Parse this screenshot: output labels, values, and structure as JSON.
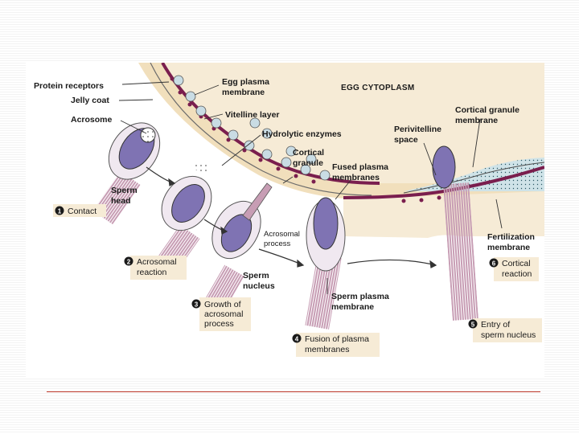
{
  "labels": {
    "protein_receptors": "Protein receptors",
    "jelly_coat": "Jelly coat",
    "acrosome": "Acrosome",
    "egg_plasma_membrane_1": "Egg plasma",
    "egg_plasma_membrane_2": "membrane",
    "vitelline_layer": "Vitelline layer",
    "egg_cytoplasm": "EGG CYTOPLASM",
    "hydrolytic_enzymes": "Hydrolytic enzymes",
    "cortical_granule_1": "Cortical",
    "cortical_granule_2": "granule",
    "perivitelline_1": "Perivitelline",
    "perivitelline_2": "space",
    "cortical_granule_membrane_1": "Cortical granule",
    "cortical_granule_membrane_2": "membrane",
    "fused_plasma_1": "Fused plasma",
    "fused_plasma_2": "membranes",
    "sperm_head_1": "Sperm",
    "sperm_head_2": "head",
    "acrosomal_process_1": "Acrosomal",
    "acrosomal_process_2": "process",
    "sperm_nucleus_1": "Sperm",
    "sperm_nucleus_2": "nucleus",
    "sperm_plasma_membrane_1": "Sperm plasma",
    "sperm_plasma_membrane_2": "membrane",
    "fertilization_membrane_1": "Fertilization",
    "fertilization_membrane_2": "membrane"
  },
  "steps": [
    {
      "num": "1",
      "lines": [
        "Contact"
      ]
    },
    {
      "num": "2",
      "lines": [
        "Acrosomal",
        "reaction"
      ]
    },
    {
      "num": "3",
      "lines": [
        "Growth of",
        "acrosomal",
        "process"
      ]
    },
    {
      "num": "4",
      "lines": [
        "Fusion of plasma",
        "membranes"
      ]
    },
    {
      "num": "5",
      "lines": [
        "Entry of",
        "sperm nucleus"
      ]
    },
    {
      "num": "6",
      "lines": [
        "Cortical",
        "reaction"
      ]
    }
  ],
  "colors": {
    "jelly": "#f1dfbc",
    "cytoplasm": "#f6ebd6",
    "membrane": "#7a1e4e",
    "nucleus": "#7f73b3",
    "tail": "#c79db4",
    "granule": "#c9dce4",
    "footer_rule": "#c0392b"
  }
}
